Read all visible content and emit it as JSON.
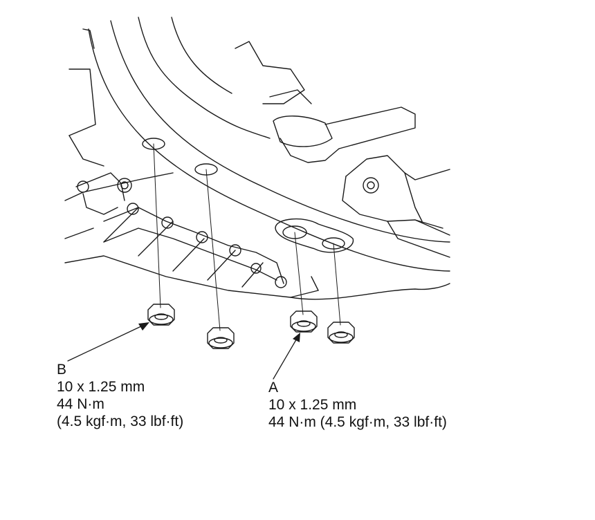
{
  "callouts": {
    "b": {
      "letter": "B",
      "size": "10 x 1.25 mm",
      "torque": "44 N·m",
      "torque_alt": "(4.5 kgf·m, 33 lbf·ft)"
    },
    "a": {
      "letter": "A",
      "size": "10 x 1.25 mm",
      "torque": "44 N·m (4.5 kgf·m, 33 lbf·ft)"
    }
  }
}
